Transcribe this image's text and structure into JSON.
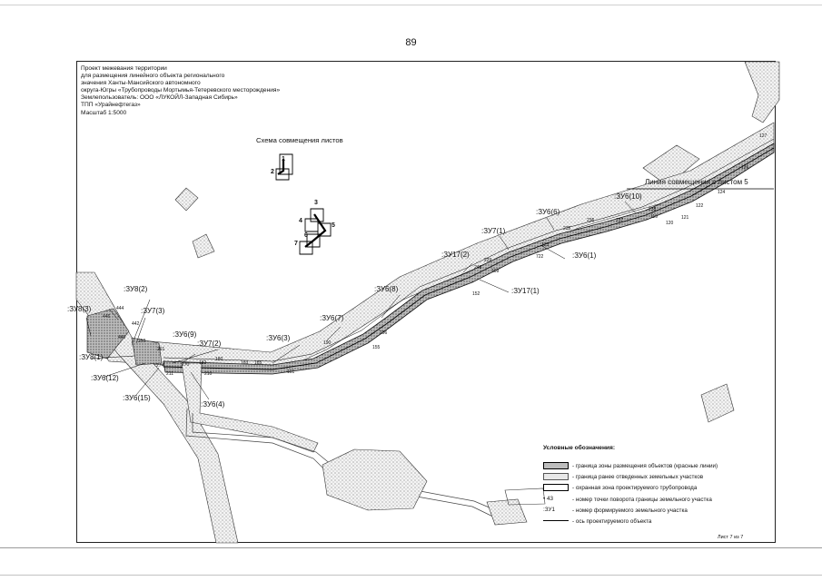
{
  "page_number": "89",
  "header": {
    "lines": [
      "Проект межевания территории",
      "для размещения линейного объекта регионального",
      "значения Ханты-Мансийского автономного",
      "округа-Югры «Трубопроводы Мортымья-Тетеревского месторождения»",
      "Землепользователь: ООО «ЛУКОЙЛ-Западная Сибирь»",
      "ТПП «Урайнефтегаз»",
      "Масштаб 1:5000"
    ]
  },
  "scheme_title": "Схема совмещения листов",
  "scheme_sheets": [
    "1",
    "2",
    "3",
    "4",
    "5",
    "6",
    "7"
  ],
  "join_line_label": "Линия совмещения с листом 5",
  "parcel_labels": [
    ":ЗУ6(10)",
    ":ЗУ6(6)",
    ":ЗУ7(1)",
    ":ЗУ17(2)",
    ":ЗУ6(1)",
    ":ЗУ17(1)",
    ":ЗУ6(8)",
    ":ЗУ6(7)",
    ":ЗУ6(3)",
    ":ЗУ8(2)",
    ":ЗУ7(3)",
    ":ЗУ8(3)",
    ":ЗУ6(9)",
    ":ЗУ7(2)",
    ":ЗУ8(1)",
    ":ЗУ6(12)",
    ":ЗУ6(15)",
    ":ЗУ6(4)"
  ],
  "point_labels": [
    "127",
    "126",
    "124",
    "122",
    "121",
    "120",
    "119",
    "238",
    "237",
    "236",
    "235",
    "123",
    "722",
    "109",
    "152",
    "229",
    "248",
    "196",
    "155",
    "190",
    "182",
    "180",
    "183",
    "185",
    "101",
    "444",
    "442",
    "446",
    "440",
    "259",
    "261",
    "274",
    "270",
    "211",
    "210"
  ],
  "legend": {
    "title": "Условные обозначения:",
    "items": [
      {
        "symbol": "",
        "text": "- граница зоны размещения объектов (красные линии)"
      },
      {
        "symbol": "",
        "text": "- граница ранее отведенных земельных участков"
      },
      {
        "symbol": "",
        "text": "- охранная зона проектируемого трубопровода"
      },
      {
        "symbol": "• 43",
        "text": "- номер точки поворота границы земельного участка"
      },
      {
        "symbol": ":ЗУ1",
        "text": "- номер формируемого земельного участка"
      },
      {
        "symbol": "",
        "text": "- ось проектируемого объекта"
      }
    ]
  },
  "sheet_footer": "Лист 7 из 7"
}
